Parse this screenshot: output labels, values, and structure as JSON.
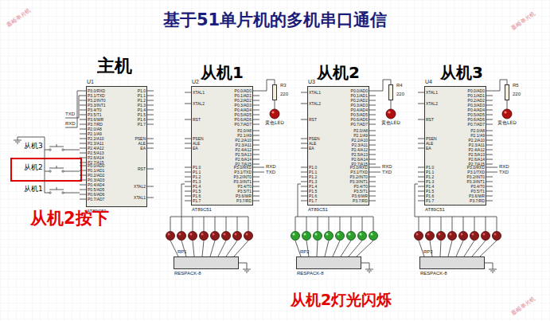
{
  "diagram": {
    "title": "基于51单片机的多机串口通信",
    "nodes": [
      {
        "text": [
          "U1",
          "AT89C51"
        ]
      },
      {
        "text": [
          "U2",
          "AT89C51"
        ]
      },
      {
        "text": [
          "U3",
          "AT89C51"
        ]
      },
      {
        "text": [
          "U4",
          "AT89C51"
        ]
      },
      {
        "text": [
          "R3",
          "220"
        ]
      },
      {
        "text": [
          "R4",
          "220"
        ]
      },
      {
        "text": [
          "R5",
          "220"
        ]
      },
      {
        "text": [
          "RP1",
          "RESPACK-8"
        ]
      },
      {
        "text": [
          "RP2",
          "RESPACK-8"
        ]
      },
      {
        "text": [
          "RP3",
          "RESPACK-8"
        ]
      }
    ],
    "labels": [
      "主机",
      "从机1",
      "从机2",
      "从机3",
      "从机3",
      "从机2",
      "从机1",
      "从机2按下",
      "从机2灯光闪烁",
      "黄色LED",
      "黄色LED",
      "黄色LED",
      "TXD",
      "RXD",
      "RXD",
      "TXD",
      "RXD",
      "TXD",
      "RXD",
      "TXD",
      "嘉峪单片机",
      "嘉峪单片机",
      "嘉峪单片机",
      "XTAL1",
      "XTAL2",
      "RST",
      "PSEN",
      "ALE",
      "EA",
      "P1.0",
      "P1.1",
      "P1.2",
      "P1.3",
      "P1.4",
      "P1.5",
      "P1.6",
      "P1.7",
      "P0.0/AD0",
      "P0.1/AD1",
      "P0.2/AD2",
      "P0.3/AD3",
      "P0.4/AD4",
      "P0.5/AD5",
      "P0.6/AD6",
      "P0.7/AD7",
      "P2.0/A8",
      "P2.1/A9",
      "P2.2/A10",
      "P2.3/A11",
      "P2.4/A12",
      "P2.5/A13",
      "P2.6/A14",
      "P2.7/A15",
      "P3.0/RXD",
      "P3.1/TXD",
      "P3.2/INT0",
      "P3.3/INT1",
      "P3.4/T0",
      "P3.5/T1",
      "P3.6/WR",
      "P3.7/RD",
      "XTAL1",
      "XTAL2",
      "RST",
      "PSEN",
      "ALE",
      "EA",
      "P1.0",
      "P1.1",
      "P1.2",
      "P1.3",
      "P1.4",
      "P1.5",
      "P1.6",
      "P1.7",
      "P0.0/AD0",
      "P0.1/AD1",
      "P0.2/AD2",
      "P0.3/AD3",
      "P0.4/AD4",
      "P0.5/AD5",
      "P0.6/AD6",
      "P0.7/AD7",
      "P2.0/A8",
      "P2.1/A9",
      "P2.2/A10",
      "P2.3/A11",
      "P2.4/A12",
      "P2.5/A13",
      "P2.6/A14",
      "P2.7/A15",
      "P3.0/RXD",
      "P3.1/TXD",
      "P3.2/INT0",
      "P3.3/INT1",
      "P3.4/T0",
      "P3.5/T1",
      "P3.6/WR",
      "P3.7/RD",
      "XTAL1",
      "XTAL2",
      "RST",
      "PSEN",
      "ALE",
      "EA",
      "P1.0",
      "P1.1",
      "P1.2",
      "P1.3",
      "P1.4",
      "P1.5",
      "P1.6",
      "P1.7",
      "P0.0/AD0",
      "P0.1/AD1",
      "P0.2/AD2",
      "P0.3/AD3",
      "P0.4/AD4",
      "P0.5/AD5",
      "P0.6/AD6",
      "P0.7/AD7",
      "P2.0/A8",
      "P2.1/A9",
      "P2.2/A10",
      "P2.3/A11",
      "P2.4/A12",
      "P2.5/A13",
      "P2.6/A14",
      "P2.7/A15",
      "P3.0/RXD",
      "P3.1/TXD",
      "P3.2/INT0",
      "P3.3/INT1",
      "P3.4/T0",
      "P3.5/T1",
      "P3.6/WR",
      "P3.7/RD",
      "XTAL1",
      "XTAL2",
      "RST",
      "PSEN",
      "ALE",
      "EA",
      "P1.0",
      "P1.1",
      "P1.2",
      "P1.3",
      "P1.4",
      "P1.5",
      "P1.6",
      "P1.7",
      "P0.0/AD0",
      "P0.1/AD1",
      "P0.2/AD2",
      "P0.3/AD3",
      "P0.4/AD4",
      "P0.5/AD5",
      "P0.6/AD6",
      "P0.7/AD7",
      "P2.0/A8",
      "P2.1/A9",
      "P2.2/A10",
      "P2.3/A11",
      "P2.4/A12",
      "P2.5/A13",
      "P2.6/A14",
      "P2.7/A15",
      "P3.0/RXD",
      "P3.1/TXD",
      "P3.2/INT0",
      "P3.3/INT1",
      "P3.4/T0",
      "P3.5/T1",
      "P3.6/WR",
      "P3.7/RD"
    ]
  }
}
